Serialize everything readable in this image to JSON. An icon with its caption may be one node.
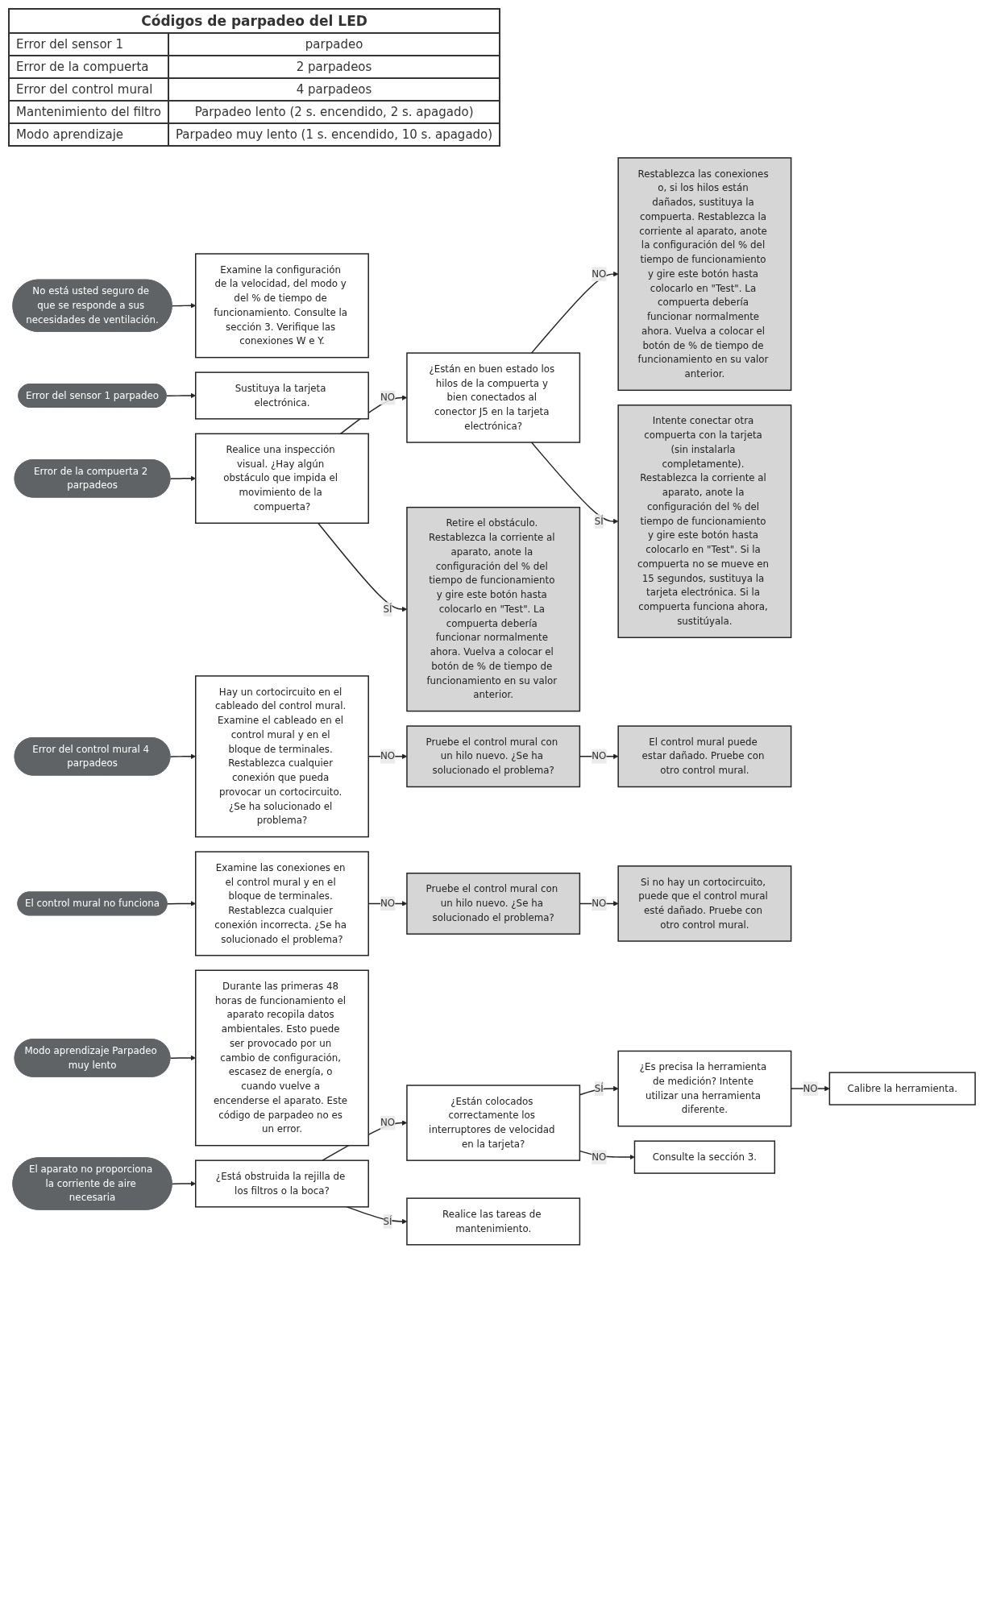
{
  "diagram": {
    "nodes": [
      {
        "text": [
          "No está usted seguro de que se responde a sus necesidades de ventilación."
        ]
      },
      {
        "text": [
          "Examine la configuración de la velocidad, del modo y del % de tiempo de funcionamiento. Consulte la sección 3. Verifique las conexiones W e Y."
        ]
      },
      {
        "text": [
          "Error del sensor 1 parpadeo"
        ]
      },
      {
        "text": [
          "Sustituya la tarjeta electrónica."
        ]
      },
      {
        "text": [
          "Error de la compuerta 2 parpadeos"
        ]
      },
      {
        "text": [
          "Realice una inspección visual. ¿Hay algún obstáculo que impida el movimiento de la compuerta?"
        ]
      },
      {
        "text": [
          "¿Están en buen estado los hilos de la compuerta y bien conectados al conector J5 en la tarjeta electrónica?"
        ]
      },
      {
        "text": [
          "Restablezca las conexiones o, si los hilos están dañados, sustituya la compuerta. Restablezca la corriente al aparato, anote la configuración del % del tiempo de funcionamiento y gire este botón hasta colocarlo en \"Test\". La compuerta debería funcionar normalmente ahora. Vuelva a colocar el botón de % de tiempo de funcionamiento en su valor anterior."
        ]
      },
      {
        "text": [
          "Retire el obstáculo. Restablezca la corriente al aparato, anote la configuración del % del tiempo de funcionamiento y gire este botón hasta colocarlo en \"Test\". La compuerta debería funcionar normalmente ahora. Vuelva a colocar el botón de % de tiempo de funcionamiento en su valor anterior."
        ]
      },
      {
        "text": [
          "Intente conectar otra compuerta con la tarjeta (sin instalarla completamente). Restablezca la corriente al aparato, anote la configuración del % del tiempo de funcionamiento y gire este botón hasta colocarlo en \"Test\". Si la compuerta no se mueve en 15 segundos, sustituya la tarjeta electrónica. Si la compuerta funciona ahora, sustitúyala."
        ]
      },
      {
        "text": [
          "Error del control mural 4 parpadeos"
        ]
      },
      {
        "text": [
          "Hay un cortocircuito en el cableado del control mural. Examine el cableado en el control mural y en el bloque de terminales. Restablezca cualquier conexión que pueda provocar un cortocircuito. ¿Se ha solucionado el problema?"
        ]
      },
      {
        "text": [
          "Pruebe el control mural con un hilo nuevo. ¿Se ha solucionado el problema?"
        ]
      },
      {
        "text": [
          "El control mural puede estar dañado. Pruebe con otro control mural."
        ]
      },
      {
        "text": [
          "El control mural no funciona"
        ]
      },
      {
        "text": [
          "Examine las conexiones en el control mural y en el bloque de terminales. Restablezca cualquier conexión incorrecta. ¿Se ha solucionado el problema?"
        ]
      },
      {
        "text": [
          "Pruebe el control mural con un hilo nuevo. ¿Se ha solucionado el problema?"
        ]
      },
      {
        "text": [
          "Si no hay un cortocircuito, puede que el control mural esté dañado. Pruebe con otro control mural."
        ]
      },
      {
        "text": [
          "Modo aprendizaje Parpadeo muy lento"
        ]
      },
      {
        "text": [
          "Durante las primeras 48 horas de funcionamiento el aparato recopila datos ambientales. Esto puede ser provocado por un cambio de configuración, escasez de energía, o cuando vuelve a encenderse el aparato. Este código de parpadeo no es un error."
        ]
      },
      {
        "text": [
          "El aparato no proporciona la corriente de aire necesaria"
        ]
      },
      {
        "text": [
          "¿Está obstruida la rejilla de los filtros o la boca?"
        ]
      },
      {
        "text": [
          "¿Están colocados correctamente los interruptores de velocidad en la tarjeta?"
        ]
      },
      {
        "text": [
          "¿Es precisa la herramienta de medición? Intente utilizar una herramienta diferente."
        ]
      },
      {
        "text": [
          "Realice las tareas de mantenimiento."
        ]
      },
      {
        "text": [
          "Consulte la sección 3."
        ]
      },
      {
        "text": [
          "Calibre la herramienta."
        ]
      }
    ],
    "edges": [
      {
        "from": 0,
        "to": 1,
        "arrow": "to"
      },
      {
        "from": 2,
        "to": 3,
        "arrow": "to"
      },
      {
        "from": 4,
        "to": 5,
        "arrow": "to"
      },
      {
        "from": 5,
        "to": 6,
        "arrow": "to",
        "label": "NO"
      },
      {
        "from": 6,
        "to": 7,
        "arrow": "to",
        "label": "NO"
      },
      {
        "from": 5,
        "to": 8,
        "arrow": "to",
        "label": "SÍ"
      },
      {
        "from": 6,
        "to": 9,
        "arrow": "to",
        "label": "SÍ"
      },
      {
        "from": 10,
        "to": 11,
        "arrow": "to"
      },
      {
        "from": 11,
        "to": 12,
        "arrow": "to",
        "label": "NO"
      },
      {
        "from": 12,
        "to": 13,
        "arrow": "to",
        "label": "NO"
      },
      {
        "from": 14,
        "to": 15,
        "arrow": "to"
      },
      {
        "from": 15,
        "to": 16,
        "arrow": "to",
        "label": "NO"
      },
      {
        "from": 16,
        "to": 17,
        "arrow": "to",
        "label": "NO"
      },
      {
        "from": 18,
        "to": 19,
        "arrow": "to"
      },
      {
        "from": 20,
        "to": 21,
        "arrow": "to"
      },
      {
        "from": 21,
        "to": 22,
        "arrow": "to",
        "label": "NO"
      },
      {
        "from": 22,
        "to": 23,
        "arrow": "to",
        "label": "SÍ"
      },
      {
        "from": 21,
        "to": 24,
        "arrow": "to",
        "label": "SÍ"
      },
      {
        "from": 22,
        "to": 25,
        "arrow": "to",
        "label": "NO"
      },
      {
        "from": 23,
        "to": 26,
        "arrow": "to",
        "label": "NO"
      }
    ],
    "labels": [
      "Códigos de parpadeo del LED",
      "Error del sensor 1",
      "parpadeo",
      "Error de la compuerta",
      "2 parpadeos",
      "Error del control mural",
      "4 parpadeos",
      "Mantenimiento del filtro",
      "Parpadeo lento (2 s. encendido, 2 s. apagado)",
      "Modo aprendizaje",
      "Parpadeo muy lento (1 s. encendido, 10 s. apagado)"
    ]
  }
}
